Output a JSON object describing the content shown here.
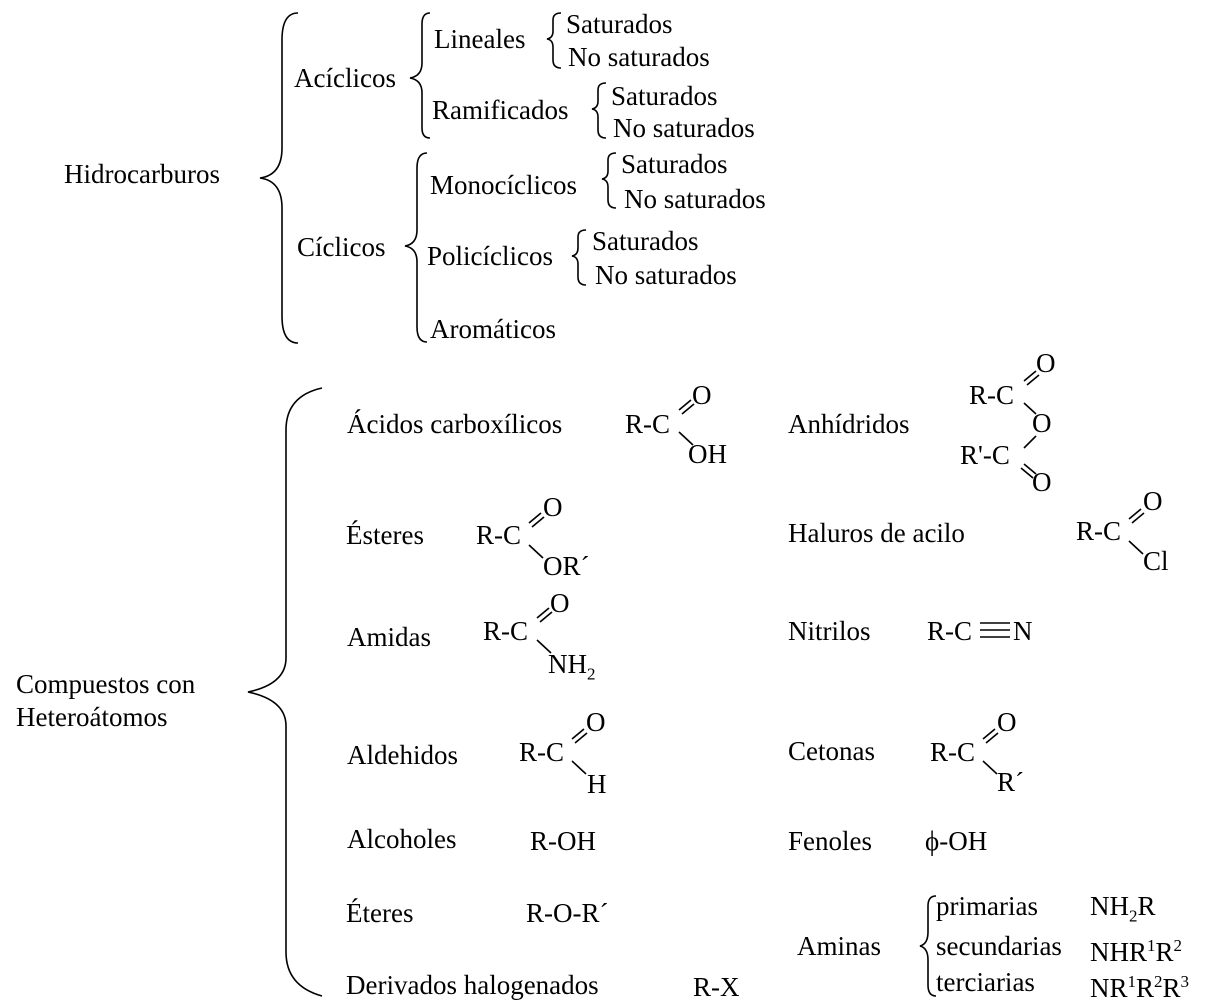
{
  "hidrocarburos": {
    "title": "Hidrocarburos",
    "aciclicos": {
      "label": "Acíclicos",
      "lineales": {
        "label": "Lineales",
        "saturados": "Saturados",
        "no_saturados": "No saturados"
      },
      "ramificados": {
        "label": "Ramificados",
        "saturados": "Saturados",
        "no_saturados": "No saturados"
      }
    },
    "ciclicos": {
      "label": "Cíclicos",
      "monociclicos": {
        "label": "Monocíclicos",
        "saturados": "Saturados",
        "no_saturados": "No saturados"
      },
      "policiclicos": {
        "label": "Policíclicos",
        "saturados": "Saturados",
        "no_saturados": "No saturados"
      },
      "aromaticos": "Aromáticos"
    }
  },
  "heteroatomos": {
    "title_line1": "Compuestos con",
    "title_line2": "Heteroátomos",
    "acidos": {
      "label": "Ácidos carboxílicos",
      "rc": "R-C",
      "o": "O",
      "sub": "OH"
    },
    "anhidridos": {
      "label": "Anhídridos",
      "rc1": "R-C",
      "rc2": "R'-C",
      "o_top": "O",
      "o_mid": "O",
      "o_bot": "O"
    },
    "esteres": {
      "label": "Ésteres",
      "rc": "R-C",
      "o": "O",
      "sub": "OR´"
    },
    "haluros": {
      "label": "Haluros de acilo",
      "rc": "R-C",
      "o": "O",
      "sub": "Cl"
    },
    "amidas": {
      "label": "Amidas",
      "rc": "R-C",
      "o": "O",
      "sub_base": "NH",
      "sub_index": "2"
    },
    "nitrilos": {
      "label": "Nitrilos",
      "rc": "R-C",
      "n": "N"
    },
    "aldehidos": {
      "label": "Aldehidos",
      "rc": "R-C",
      "o": "O",
      "sub": "H"
    },
    "cetonas": {
      "label": "Cetonas",
      "rc": "R-C",
      "o": "O",
      "sub": "R´"
    },
    "alcoholes": {
      "label": "Alcoholes",
      "formula": "R-OH"
    },
    "fenoles": {
      "label": "Fenoles",
      "formula": "ϕ-OH"
    },
    "eteres": {
      "label": "Éteres",
      "formula": "R-O-R´"
    },
    "derivados": {
      "label": "Derivados halogenados",
      "formula": "R-X"
    },
    "aminas": {
      "label": "Aminas",
      "primarias": "primarias",
      "secundarias": "secundarias",
      "terciarias": "terciarias",
      "f_prim": {
        "a": "NH",
        "a_sub": "2",
        "b": "R"
      },
      "f_sec": {
        "a": "NHR",
        "a_sup": "1",
        "b": "R",
        "b_sup": "2"
      },
      "f_ter": {
        "a": "NR",
        "a_sup": "1",
        "b": "R",
        "b_sup": "2",
        "c": "R",
        "c_sup": "3"
      }
    }
  }
}
